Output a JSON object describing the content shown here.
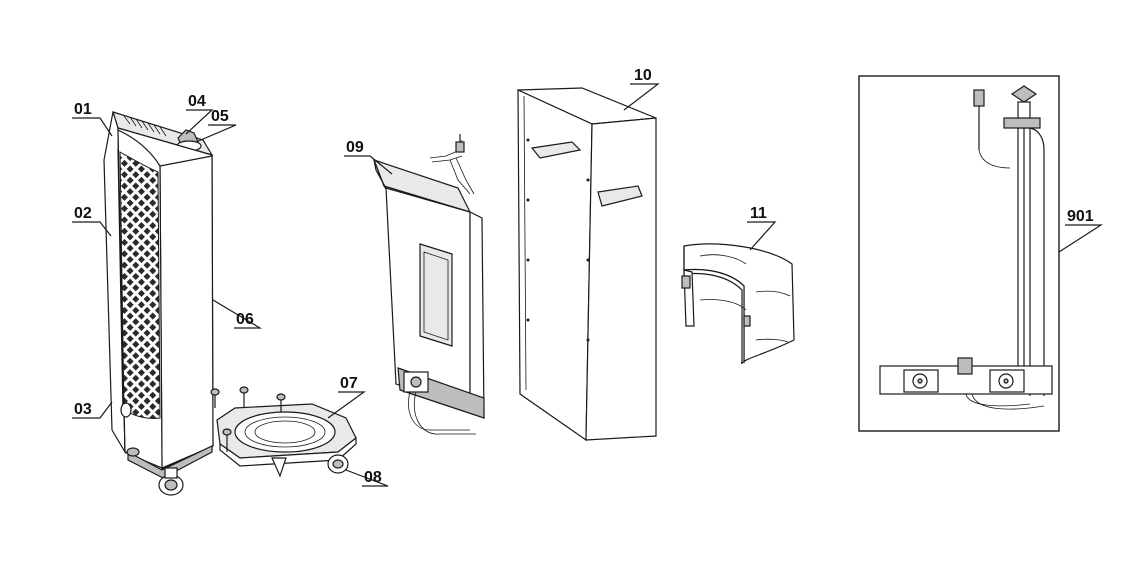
{
  "diagram": {
    "callouts": [
      {
        "id": "01",
        "text": "01"
      },
      {
        "id": "02",
        "text": "02"
      },
      {
        "id": "03",
        "text": "03"
      },
      {
        "id": "04",
        "text": "04"
      },
      {
        "id": "05",
        "text": "05"
      },
      {
        "id": "06",
        "text": "06"
      },
      {
        "id": "07",
        "text": "07"
      },
      {
        "id": "08",
        "text": "08"
      },
      {
        "id": "09",
        "text": "09"
      },
      {
        "id": "10",
        "text": "10"
      },
      {
        "id": "11",
        "text": "11"
      },
      {
        "id": "901",
        "text": "901"
      }
    ]
  }
}
